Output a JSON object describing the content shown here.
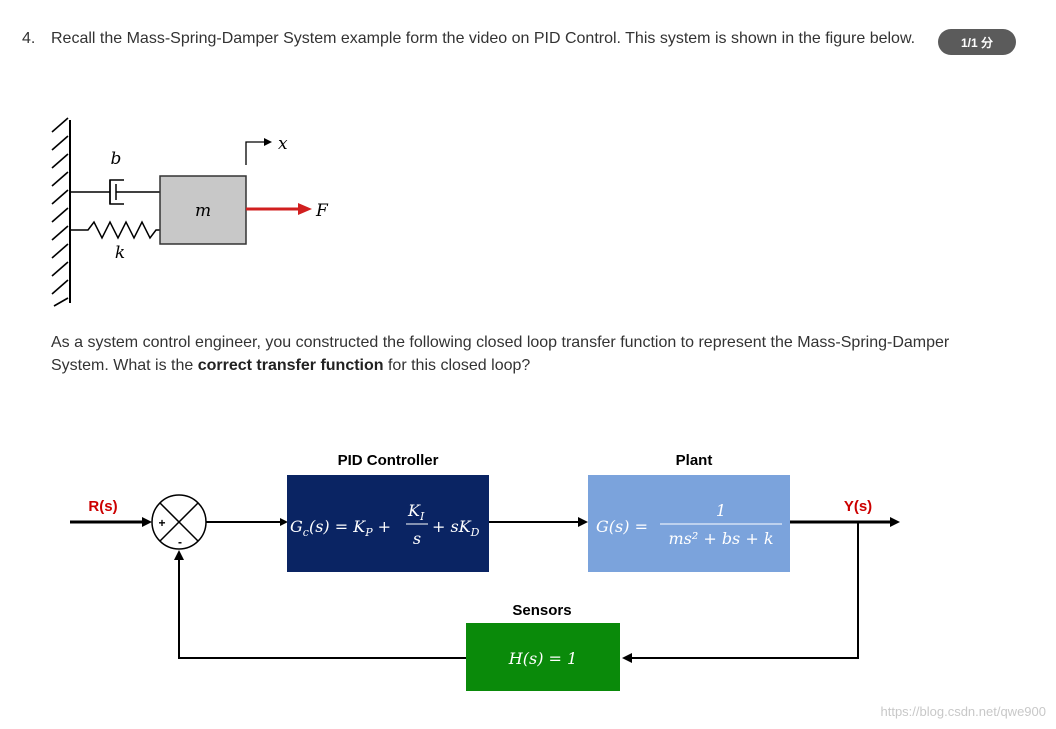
{
  "question": {
    "number": "4.",
    "text": "Recall the Mass-Spring-Damper System example form the video on PID Control. This system is shown in the figure below.",
    "score_badge": "1/1 分"
  },
  "msd_figure": {
    "damper_label": "b",
    "spring_label": "k",
    "mass_label": "m",
    "displacement_label": "x",
    "force_label": "F"
  },
  "paragraph": {
    "part1": "As a system control engineer, you constructed the following closed loop transfer function to represent the Mass-Spring-Damper System. What is the ",
    "bold": "correct transfer function",
    "part2": " for this closed loop?"
  },
  "block_diagram": {
    "input_label": "R(s)",
    "output_label": "Y(s)",
    "sum_plus": "+",
    "sum_minus": "-",
    "controller": {
      "title": "PID Controller",
      "lhs": "G",
      "lhs_sub": "c",
      "lhs_arg": "(s) = K",
      "kp_sub": "P",
      "plus": " +",
      "ki_num": "K",
      "ki_sub": "I",
      "ki_den": "s",
      "kd": "+ sK",
      "kd_sub": "D",
      "color": "#0a2463"
    },
    "plant": {
      "title": "Plant",
      "lhs": "G(s) =",
      "numerator": "1",
      "denominator": "ms² + bs + k",
      "color": "#7ba3dc"
    },
    "sensors": {
      "title": "Sensors",
      "expr": "H(s) = 1",
      "color": "#0a8a0a"
    }
  },
  "watermark": "https://blog.csdn.net/qwe900"
}
